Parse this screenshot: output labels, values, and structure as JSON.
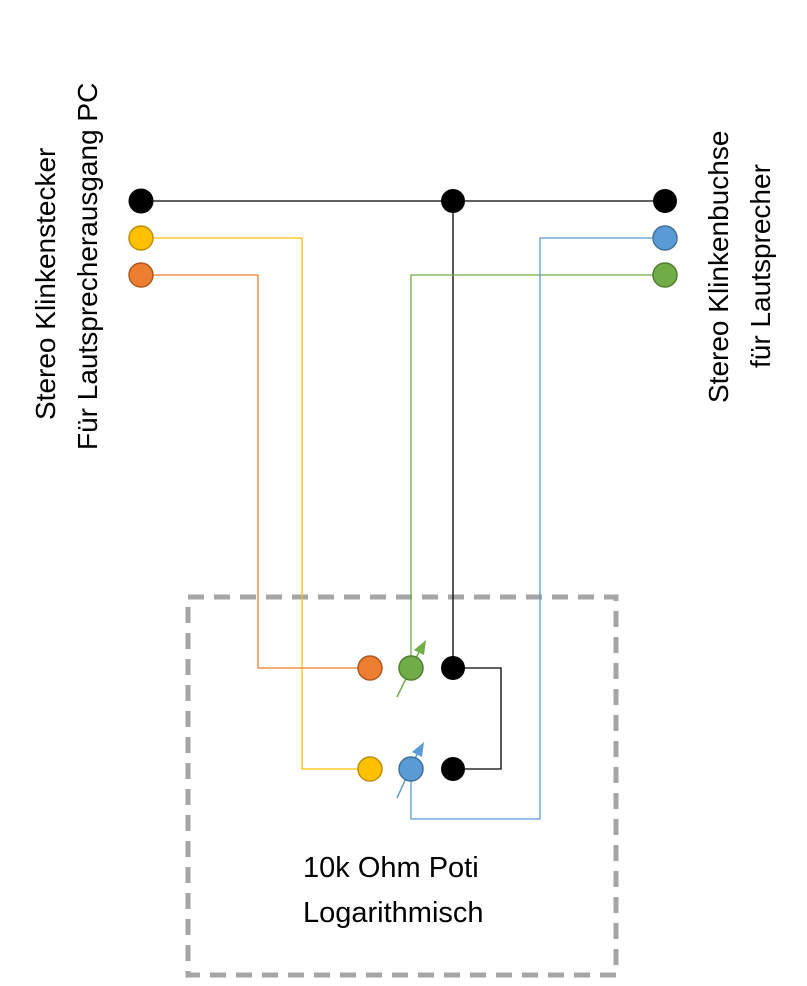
{
  "left_label": {
    "line1": "Stereo Klinkenstecker",
    "line2": "Für Lautsprecherausgang PC"
  },
  "right_label": {
    "line1": "Stereo Klinkenbuchse",
    "line2": "für Lautsprecher"
  },
  "pot_label": {
    "line1": "10k Ohm Poti",
    "line2": "Logarithmisch"
  },
  "colors": {
    "ground": "#000000",
    "left_channel": "#FFC000",
    "right_channel": "#ED7D31",
    "out_right": "#70AD47",
    "out_left": "#5B9BD5",
    "box_border": "#A5A5A5"
  }
}
